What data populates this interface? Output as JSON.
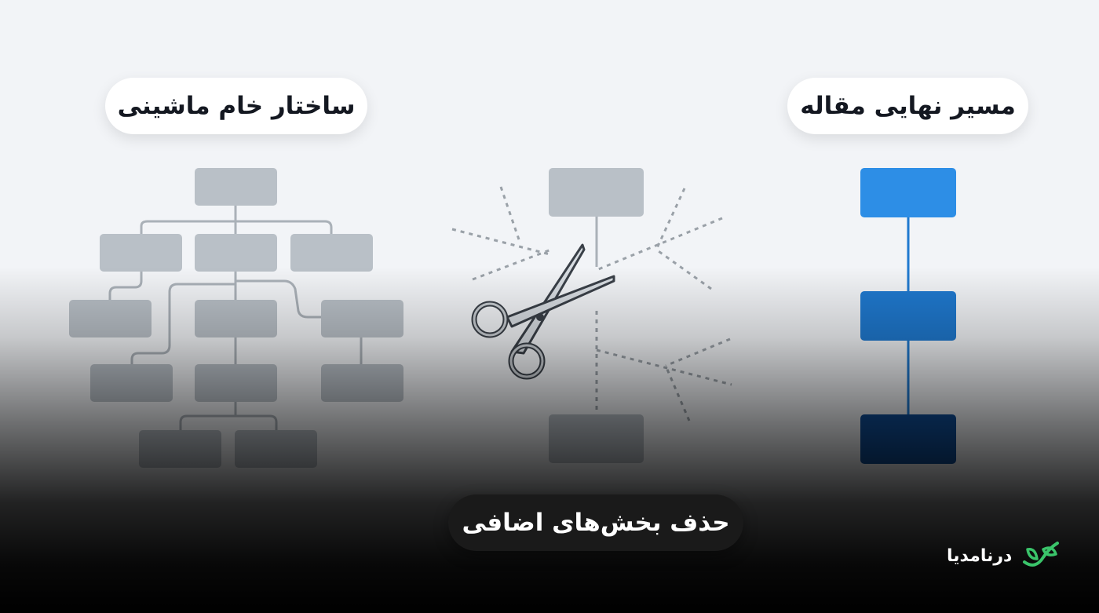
{
  "labels": {
    "raw_structure": "ساختار خام ماشینی",
    "final_path": "مسیر نهایی مقاله",
    "remove_extra": "حذف بخش‌های اضافی"
  },
  "brand": {
    "name": "درنامدیا"
  },
  "colors": {
    "background": "#f2f4f7",
    "tree_box": "#b9c0c7",
    "final_box_top": "#2d8ee6",
    "final_box_mid": "#1f79cf",
    "final_box_bottom": "#0f4d97",
    "brand_green": "#3ac46a"
  },
  "icons": {
    "cut": "scissors-icon",
    "brand": "leaf-logo-icon"
  }
}
